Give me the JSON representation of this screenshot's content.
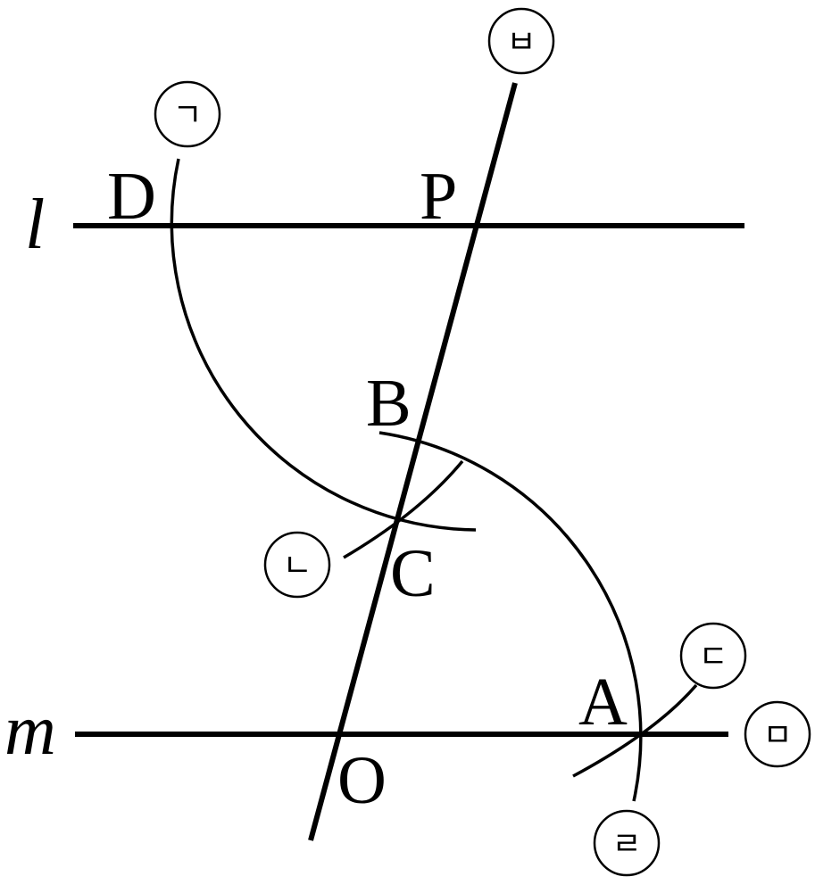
{
  "lines": {
    "l": "l",
    "m": "m"
  },
  "points": {
    "D": "D",
    "P": "P",
    "B": "B",
    "C": "C",
    "A": "A",
    "O": "O"
  },
  "steps": {
    "s1": "ㄱ",
    "s2": "ㄴ",
    "s3": "ㄷ",
    "s4": "ㄹ",
    "s5": "ㅁ",
    "s6": "ㅂ"
  }
}
